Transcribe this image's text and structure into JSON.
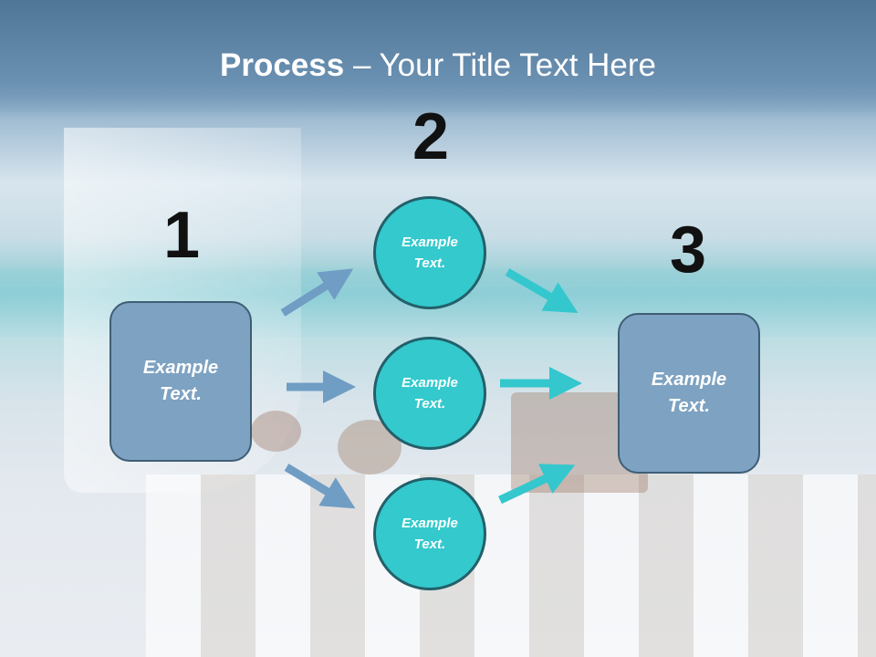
{
  "title": {
    "bold": "Process",
    "rest": " – Your Title Text Here"
  },
  "steps": [
    {
      "number": "1",
      "label": "Example Text."
    },
    {
      "number": "2",
      "items": [
        "Example Text.",
        "Example Text.",
        "Example Text."
      ]
    },
    {
      "number": "3",
      "label": "Example Text."
    }
  ],
  "colors": {
    "box_fill": "#7ea2c1",
    "circle_fill": "#33c9cd",
    "arrow_blue": "#6f9dc4",
    "arrow_teal": "#34c7cd"
  }
}
